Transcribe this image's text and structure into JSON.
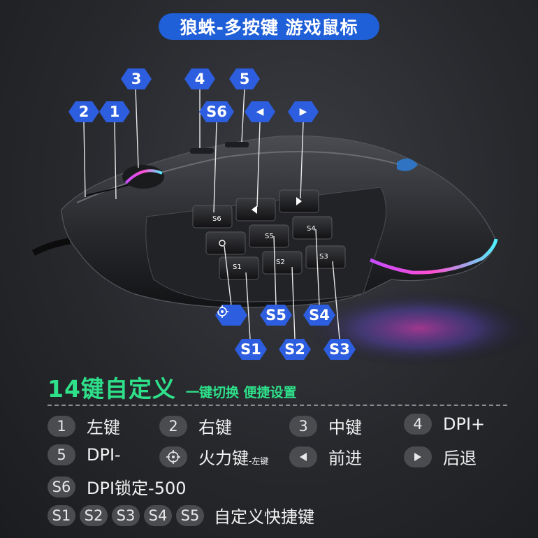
{
  "title": "狼蛛-多按键 游戏鼠标",
  "callouts": {
    "b1": "1",
    "b2": "2",
    "b3": "3",
    "b4": "4",
    "b5": "5",
    "s6": "S6",
    "s5": "S5",
    "s4": "S4",
    "s1": "S1",
    "s2": "S2",
    "s3": "S3",
    "left_arrow": "◀",
    "right_arrow": "▶"
  },
  "keypad_labels": {
    "s6": "S6",
    "s5": "S5",
    "s4": "S4",
    "s1": "S1",
    "s2": "S2",
    "s3": "S3"
  },
  "section": {
    "title": "14键自定义",
    "subtitle": "一键切换 便捷设置"
  },
  "legend": {
    "row1": [
      {
        "key": "1",
        "label": "左键"
      },
      {
        "key": "2",
        "label": "右键"
      },
      {
        "key": "3",
        "label": "中键"
      },
      {
        "key": "4",
        "label": "DPI+"
      }
    ],
    "row2": [
      {
        "key": "5",
        "label": "DPI-"
      },
      {
        "key": "crosshair-icon",
        "label": "火力键",
        "note": "-左键"
      },
      {
        "key": "left-triangle-icon",
        "label": "前进"
      },
      {
        "key": "right-triangle-icon",
        "label": "后退"
      }
    ],
    "row3": {
      "key": "S6",
      "label": "DPI锁定-500"
    },
    "row4": {
      "keys": [
        "S1",
        "S2",
        "S3",
        "S4",
        "S5"
      ],
      "label": "自定义快捷键"
    }
  },
  "colors": {
    "badge_blue": "#2d5ee0",
    "title_blue": "#1f5fd8",
    "section_green": "#2ee08a",
    "chip_gray": "#4a4c50"
  }
}
